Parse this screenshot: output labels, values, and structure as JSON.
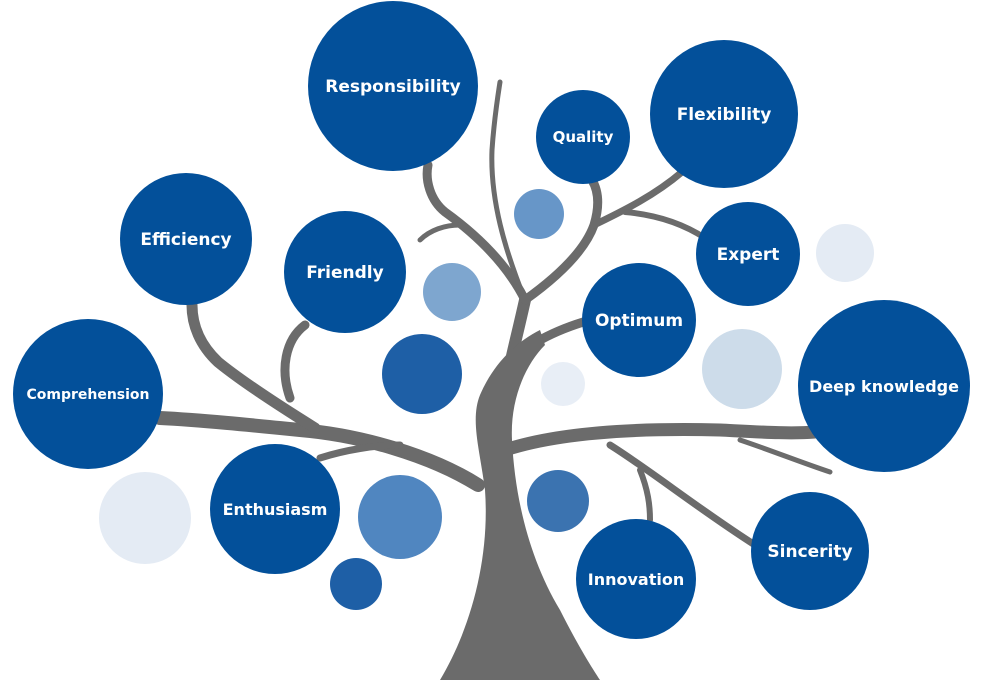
{
  "colors": {
    "trunk": "#6b6b6b",
    "node": "#03509a",
    "node_text": "#ffffff",
    "accent_1": "#1e5fa6",
    "accent_2": "#3b73b0",
    "accent_3": "#5086c0",
    "accent_4": "#6796c8",
    "accent_5": "#7ea6cf",
    "accent_6": "#cddcea",
    "accent_7": "#e4ebf4"
  },
  "nodes": [
    {
      "key": "responsibility",
      "label": "Responsibility"
    },
    {
      "key": "quality",
      "label": "Quality"
    },
    {
      "key": "flexibility",
      "label": "Flexibility"
    },
    {
      "key": "efficiency",
      "label": "Efficiency"
    },
    {
      "key": "friendly",
      "label": "Friendly"
    },
    {
      "key": "expert",
      "label": "Expert"
    },
    {
      "key": "optimum",
      "label": "Optimum"
    },
    {
      "key": "comprehension",
      "label": "Comprehension"
    },
    {
      "key": "deep-knowledge",
      "label": "Deep knowledge"
    },
    {
      "key": "enthusiasm",
      "label": "Enthusiasm"
    },
    {
      "key": "sincerity",
      "label": "Sincerity"
    },
    {
      "key": "innovation",
      "label": "Innovation"
    }
  ]
}
